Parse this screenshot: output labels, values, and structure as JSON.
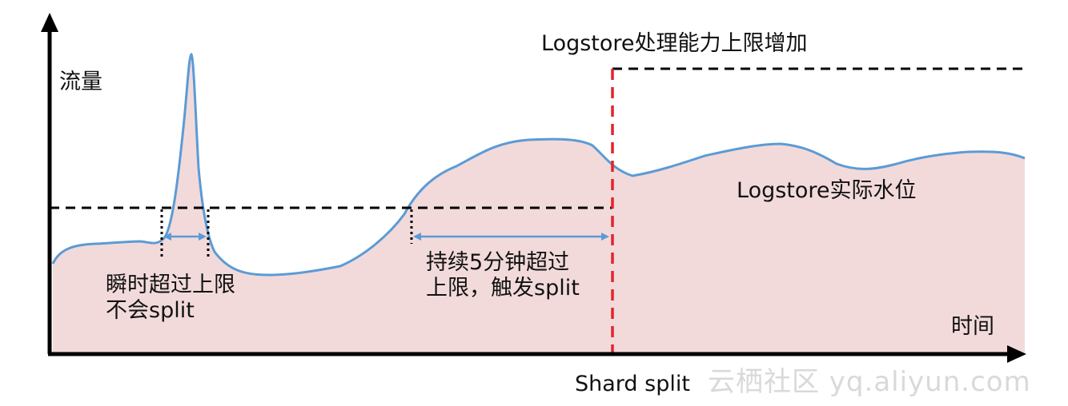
{
  "colors": {
    "fill": "#f2dadb",
    "curve": "#5b9bd5",
    "axis": "#000000",
    "threshold_line": "#000000",
    "split_line": "#e3242b",
    "arrow": "#5b9bd5"
  },
  "labels": {
    "y_axis": "流量",
    "x_axis": "时间",
    "capacity_increase": "Logstore处理能力上限增加",
    "actual_level": "Logstore实际水位",
    "spike_note_line1": "瞬时超过上限",
    "spike_note_line2": "不会split",
    "sustained_note_line1": "持续5分钟超过",
    "sustained_note_line2": "上限，触发split",
    "shard_split": "Shard split",
    "watermark": "云栖社区 yq.aliyun.com"
  }
}
